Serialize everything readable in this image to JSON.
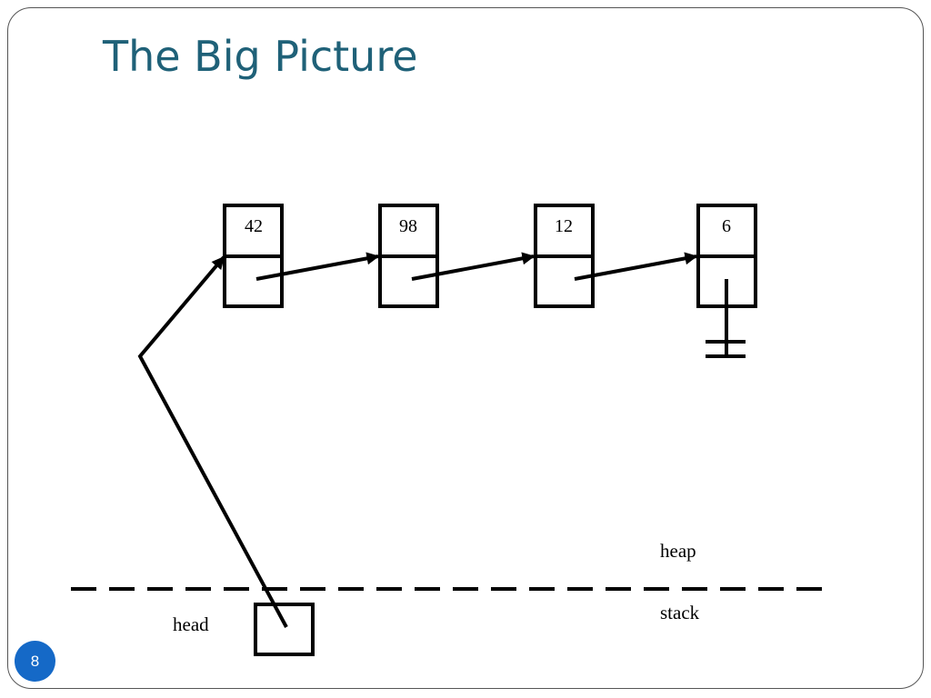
{
  "slide": {
    "title": "The Big Picture",
    "page_number": "8"
  },
  "diagram": {
    "nodes": [
      {
        "value": "42"
      },
      {
        "value": "98"
      },
      {
        "value": "12"
      },
      {
        "value": "6"
      }
    ],
    "labels": {
      "heap": "heap",
      "stack": "stack",
      "head": "head"
    }
  },
  "colors": {
    "title": "#1f6178",
    "page_badge": "#1569c7",
    "ink": "#000000"
  }
}
